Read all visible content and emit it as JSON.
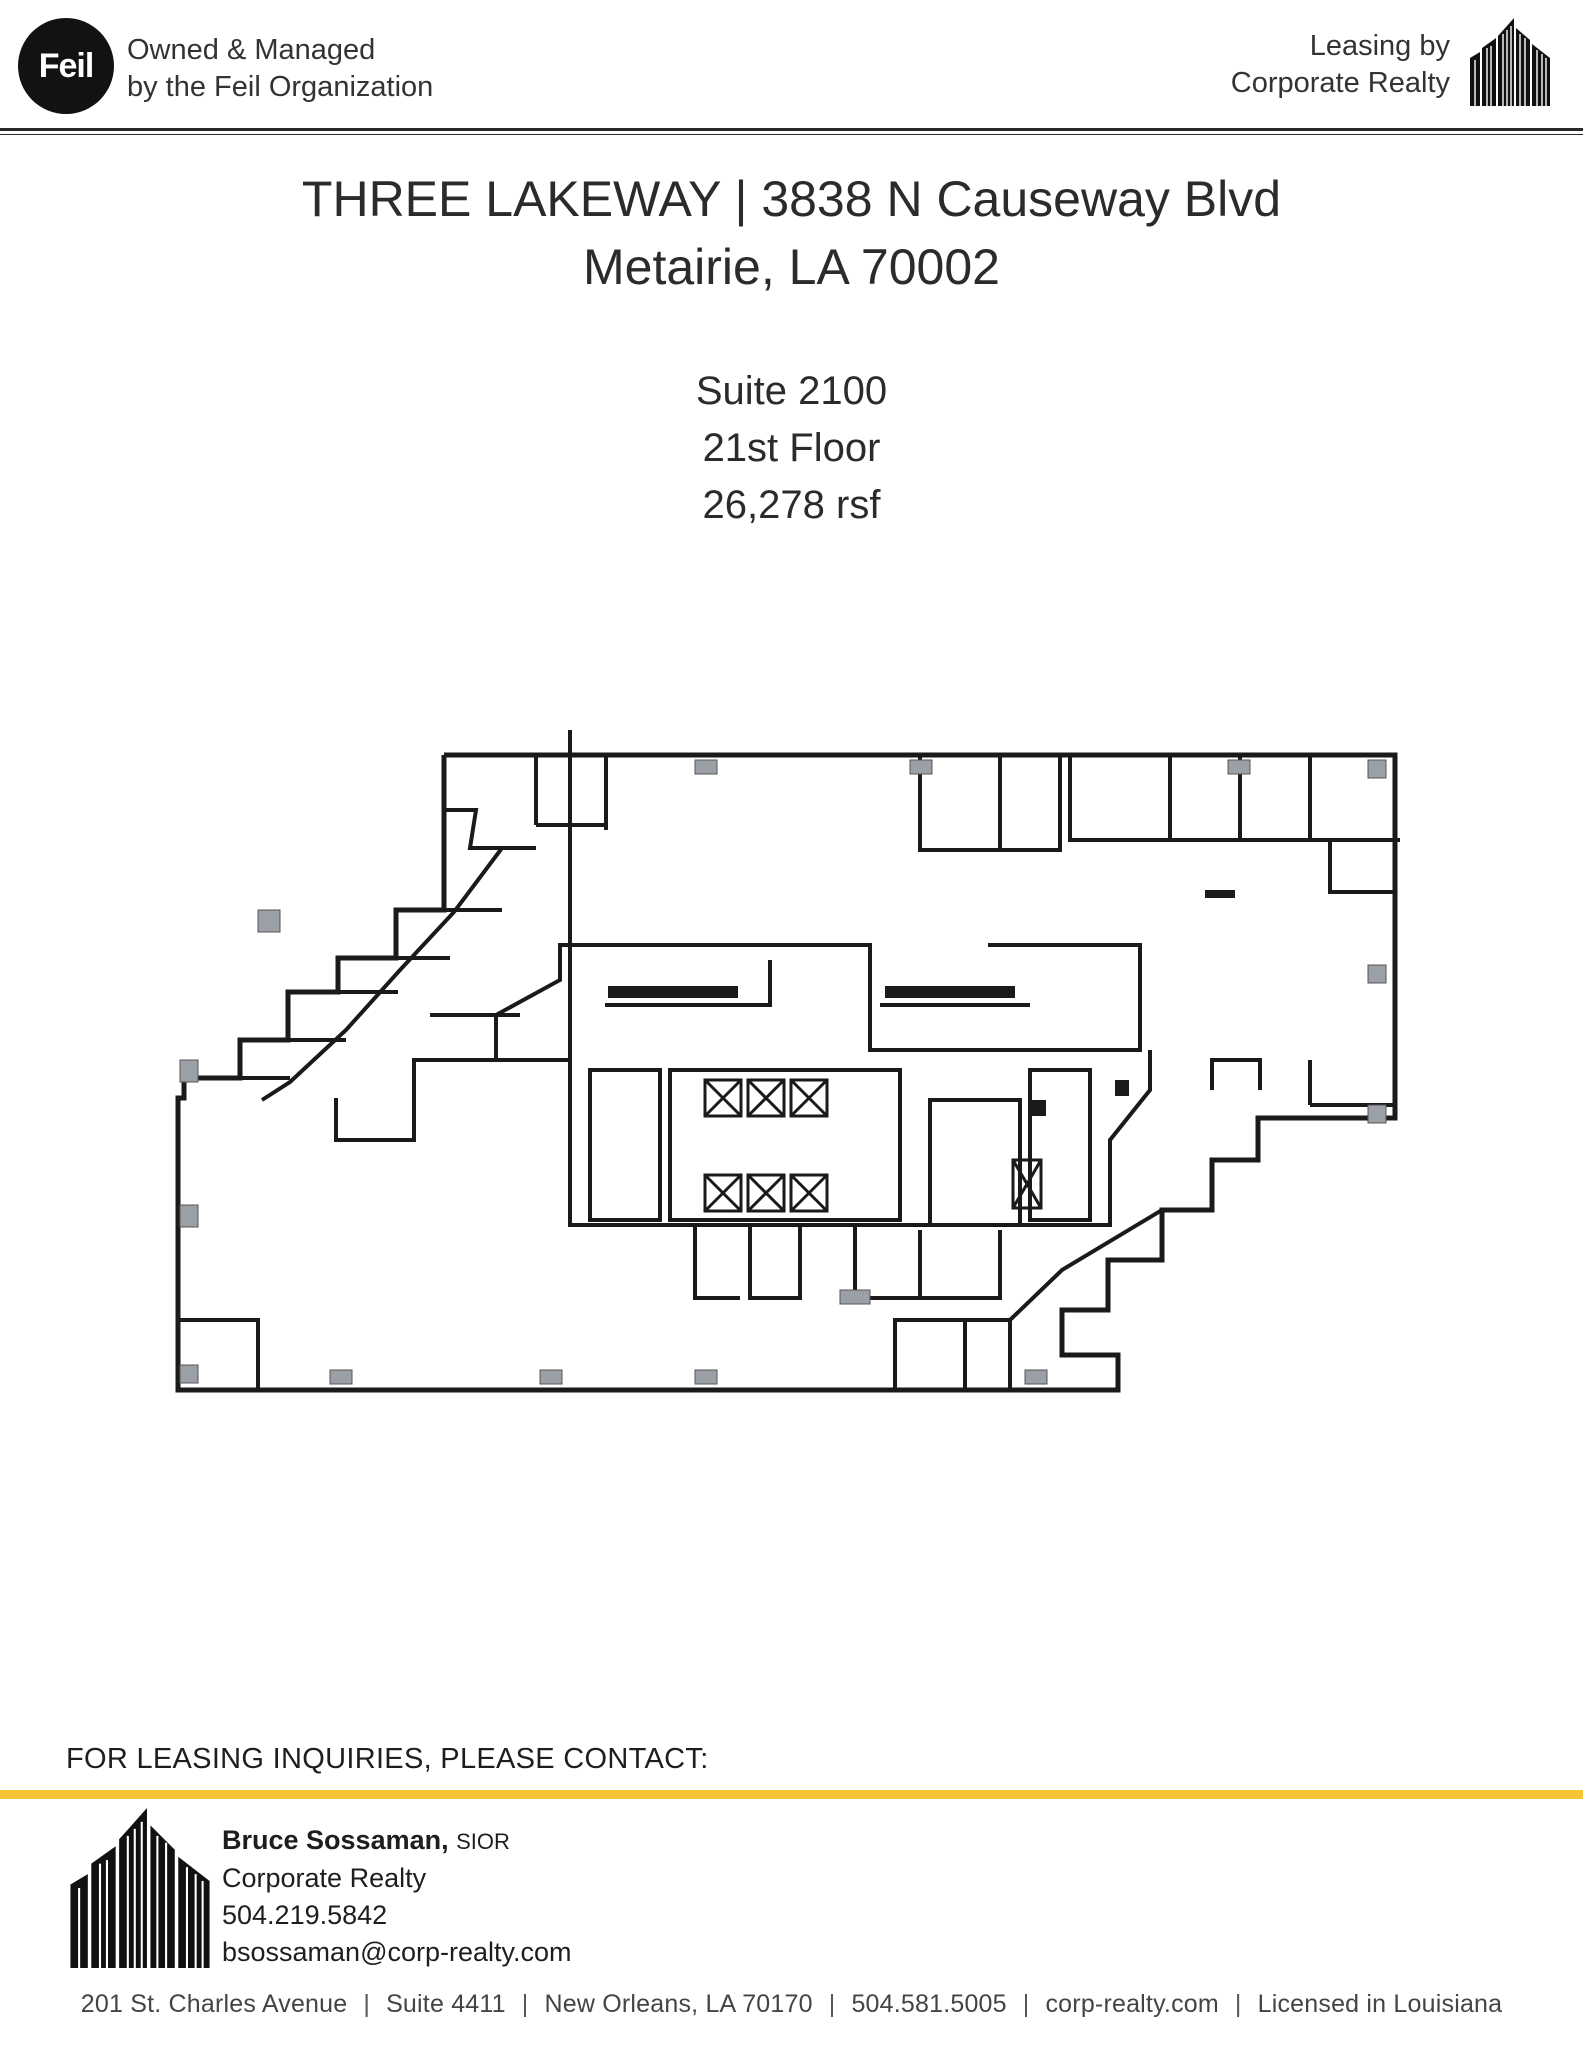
{
  "header": {
    "feil_logo_text": "Feil",
    "owned_line1": "Owned & Managed",
    "owned_line2": "by the Feil Organization",
    "leasing_line1": "Leasing by",
    "leasing_line2": "Corporate Realty",
    "right_logo_icon": "corporate-realty-buildings-icon"
  },
  "title": {
    "line1": "THREE LAKEWAY | 3838 N Causeway Blvd",
    "line2": "Metairie, LA 70002"
  },
  "suite": {
    "number": "Suite 2100",
    "floor": "21st Floor",
    "area": "26,278 rsf"
  },
  "floorplan": {
    "icon": "floor-plan-drawing",
    "wall_color": "#1a1a1a",
    "column_color": "#9aa0a6"
  },
  "contact": {
    "heading": "FOR LEASING INQUIRIES, PLEASE CONTACT:",
    "name": "Bruce Sossaman,",
    "credential": "SIOR",
    "company": "Corporate Realty",
    "phone": "504.219.5842",
    "email": "bsossaman@corp-realty.com",
    "accent_color": "#f5c534"
  },
  "footer": {
    "address": "201 St. Charles Avenue",
    "suite": "Suite 4411",
    "city": "New Orleans, LA 70170",
    "phone": "504.581.5005",
    "website": "corp-realty.com",
    "license": "Licensed in Louisiana"
  }
}
